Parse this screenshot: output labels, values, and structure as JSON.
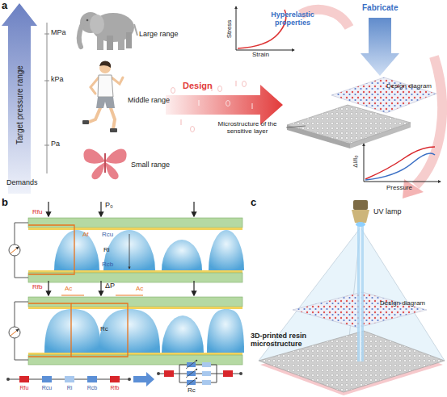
{
  "diagram": {
    "labels": [
      "a",
      "Target pressure range",
      "MPa",
      "kPa",
      "Pa",
      "Demands",
      "Large range",
      "Middle range",
      "Small range",
      "Design",
      "Stress",
      "Strain",
      "Hyperelastic properties",
      "Fabricate",
      "Design diagram",
      "Microstructure of the sensitive layer",
      "ΔI/I₀",
      "Pressure",
      "b",
      "Rfu",
      "Af",
      "P₀",
      "Rcu",
      "Ri",
      "Rcb",
      "Rfb",
      "Ac",
      "ΔP",
      "Ac",
      "Rc",
      "Rfu",
      "Rcu",
      "Ri",
      "Rcb",
      "Rfb",
      "Rc",
      "c",
      "UV lamp",
      "Design diagram",
      "3D-printed resin microstructure"
    ]
  }
}
